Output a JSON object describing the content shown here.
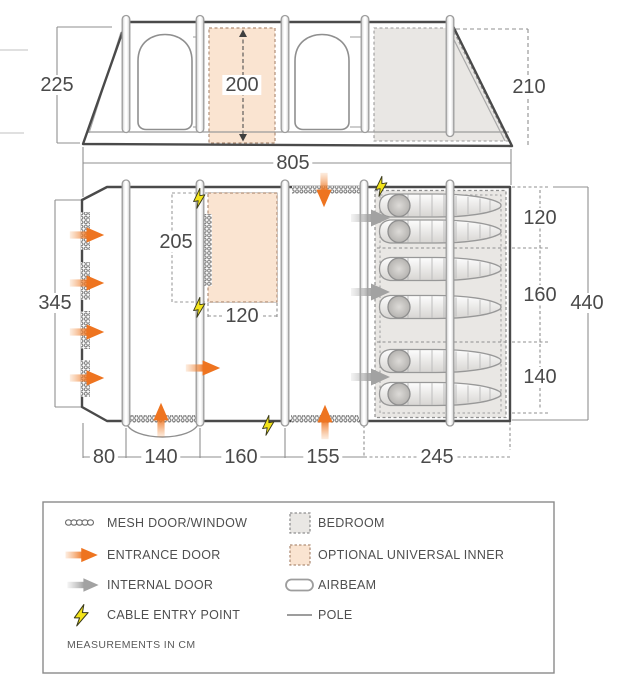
{
  "elevation": {
    "height_left": "225",
    "inner_height": "200",
    "height_right": "210"
  },
  "floorplan": {
    "total_width": "805",
    "left_height": "345",
    "inner_height": "205",
    "inner_width": "120",
    "right_total_height": "440",
    "right_sections": [
      "120",
      "160",
      "140"
    ],
    "bottom_sections": [
      "80",
      "140",
      "160",
      "155",
      "245"
    ]
  },
  "legend": {
    "items_left": [
      {
        "icon": "mesh-icon",
        "label": "MESH DOOR/WINDOW"
      },
      {
        "icon": "entrance-arrow-icon",
        "label": "ENTRANCE DOOR"
      },
      {
        "icon": "internal-arrow-icon",
        "label": "INTERNAL DOOR"
      },
      {
        "icon": "lightning-icon",
        "label": "CABLE ENTRY POINT"
      }
    ],
    "items_right": [
      {
        "icon": "bedroom-swatch-icon",
        "label": "BEDROOM"
      },
      {
        "icon": "optional-inner-swatch-icon",
        "label": "OPTIONAL UNIVERSAL INNER"
      },
      {
        "icon": "airbeam-icon",
        "label": "AIRBEAM"
      },
      {
        "icon": "pole-icon",
        "label": "POLE"
      }
    ],
    "note": "MEASUREMENTS IN CM"
  },
  "colors": {
    "outline": "#4a4a4a",
    "dimension": "#8f8f8f",
    "entrance_orange": "#ee7420",
    "internal_gray": "#a2a2a2",
    "cable_yellow": "#f4e41a",
    "bedroom_gray": "#e9e7e4",
    "inner_pink": "#fae4d1"
  }
}
